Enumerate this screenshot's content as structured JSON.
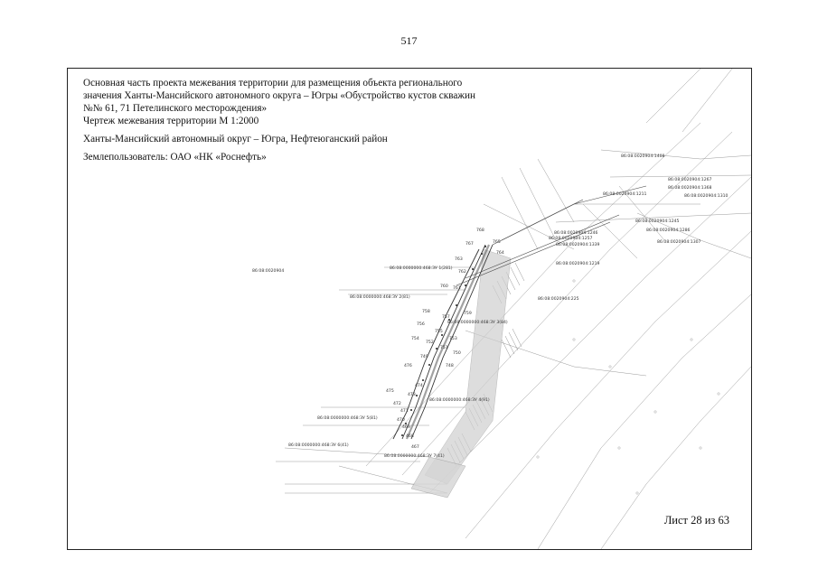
{
  "page_number": "517",
  "header": {
    "title_line1": "Основная часть проекта межевания территории для размещения объекта регионального",
    "title_line2": "значения Ханты-Мансийского автономного округа – Югры «Обустройство кустов скважин",
    "title_line3": "№№ 61, 71 Петелинского месторождения»",
    "scale_line": "Чертеж межевания территории М 1:2000",
    "region_line": "Ханты-Мансийский автономный округ – Югра, Нефтеюганский район",
    "landuser_line": "Землепользователь: ОАО «НК «Роснефть»"
  },
  "map": {
    "parcel_labels": [
      "86:08:0020904:1408",
      "86:08:0020904:1267",
      "86:08:0020904:1211",
      "86:08:0020904:1368",
      "86:08:0020904:1310",
      "86:08:0020904:1245",
      "86:08:0020904:1286",
      "86:08:0020904:1307",
      "86:08:0020904:1339",
      "86:08:0020904:1246",
      "86:08:0020904:1257",
      "86:08:0020904:1219",
      "86:08:0020904:225",
      "86:08:0020904",
      "86:08:0000000:468:ЗУ 1(281)",
      "86:08:0000000:468:ЗУ 2(81)",
      "86:08:0000000:468:ЗУ 3(84)",
      "86:08:0000000:468:ЗУ 4(91)",
      "86:08:0000000:468:ЗУ 5(81)",
      "86:08:0000000:468:ЗУ 6(41)",
      "86:08:0000000:468:ЗУ 7(41)"
    ],
    "point_labels": [
      "768",
      "767",
      "765",
      "764",
      "763",
      "762",
      "761",
      "760",
      "759",
      "758",
      "757",
      "756",
      "755",
      "754",
      "753",
      "752",
      "751",
      "750",
      "749",
      "748",
      "476",
      "475",
      "474",
      "473",
      "472",
      "471",
      "470",
      "469",
      "468",
      "467"
    ]
  },
  "sheet_label": "Лист 28 из 63"
}
